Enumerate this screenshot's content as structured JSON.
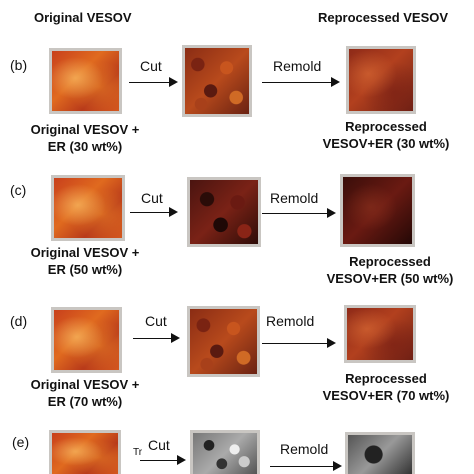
{
  "header": {
    "left": "Original VESOV",
    "right": "Reprocessed VESOV"
  },
  "steps": {
    "cut": "Cut",
    "remold": "Remold"
  },
  "rows": [
    {
      "label": "(b)",
      "original_caption": [
        "Original VESOV +",
        "ER (30 wt%)"
      ],
      "reprocessed_caption": [
        "Reprocessed",
        "VESOV+ER (30 wt%)"
      ]
    },
    {
      "label": "(c)",
      "original_caption": [
        "Original VESOV +",
        "ER (50 wt%)"
      ],
      "reprocessed_caption": [
        "Reprocessed",
        "VESOV+ER (50 wt%)"
      ]
    },
    {
      "label": "(d)",
      "original_caption": [
        "Original VESOV +",
        "ER (70 wt%)"
      ],
      "reprocessed_caption": [
        "Reprocessed",
        "VESOV+ER (70 wt%)"
      ]
    },
    {
      "label": "(e)",
      "side_text": "Tr"
    }
  ]
}
